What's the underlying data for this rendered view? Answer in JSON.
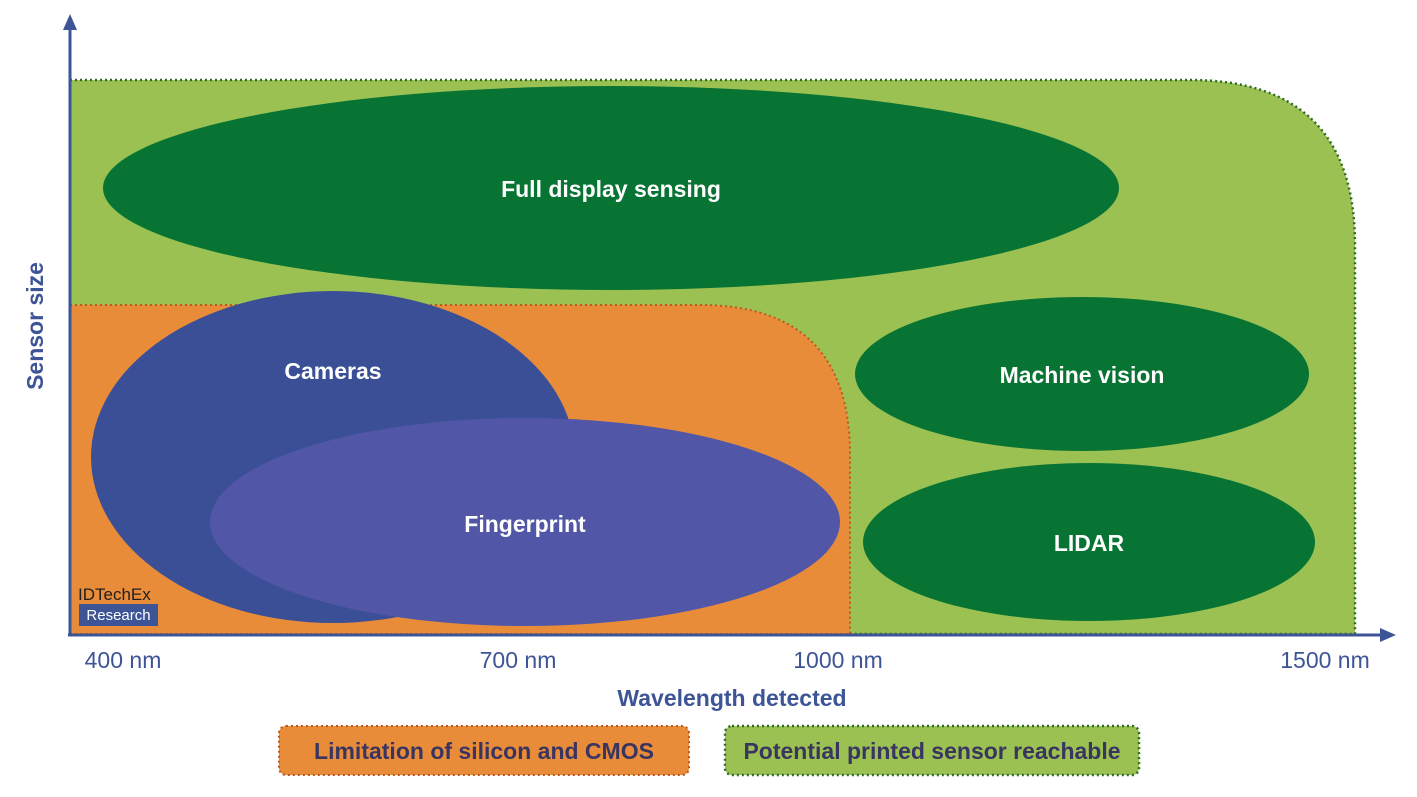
{
  "axes": {
    "y_label": "Sensor size",
    "x_label": "Wavelength detected",
    "x_ticks": [
      "400 nm",
      "700 nm",
      "1000 nm",
      "1500 nm"
    ]
  },
  "regions": {
    "full_display": "Full display sensing",
    "cameras": "Cameras",
    "fingerprint": "Fingerprint",
    "machine_vision": "Machine vision",
    "lidar": "LIDAR"
  },
  "legend": {
    "silicon": "Limitation of silicon and CMOS",
    "printed": "Potential printed sensor reachable"
  },
  "logo": {
    "name": "IDTechEx",
    "sub": "Research"
  },
  "colors": {
    "axis": "#3d5496",
    "printed_fill": "#9bc152",
    "silicon_fill": "#e98c3a",
    "dark_green": "#087434",
    "cameras_blue": "#3b4f96",
    "fingerprint_purple": "#5157a6",
    "label_text": "#3a3560"
  }
}
